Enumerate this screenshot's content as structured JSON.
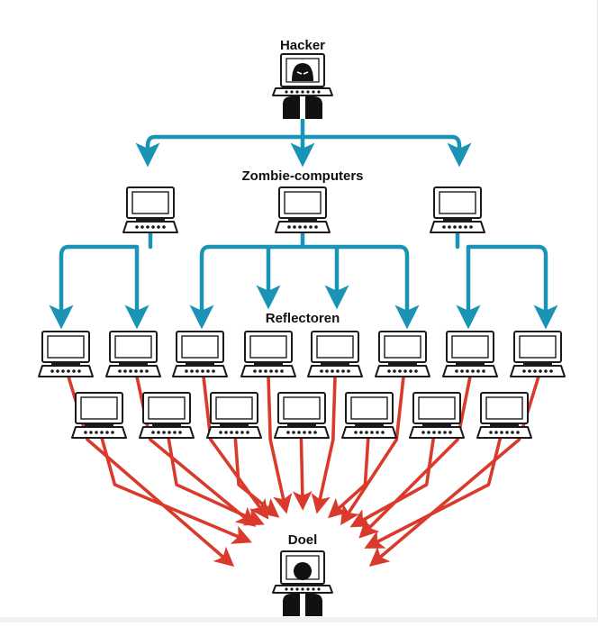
{
  "labels": {
    "top": "Hacker",
    "tier1": "Zombie-computers",
    "tier2": "Reflectoren",
    "target": "Doel"
  },
  "colors": {
    "command_arrow": "#1a93b5",
    "attack_arrow": "#d93a2b",
    "device_outline": "#1a1a1a",
    "screen_fill": "#ffffff",
    "person_fill": "#111111"
  },
  "nodes": {
    "hacker": {
      "icon": "hacker-at-computer-icon"
    },
    "zombies": [
      {
        "icon": "laptop-icon"
      },
      {
        "icon": "laptop-icon"
      },
      {
        "icon": "laptop-icon"
      }
    ],
    "reflector_count": 15,
    "target": {
      "icon": "victim-at-computer-icon"
    }
  }
}
